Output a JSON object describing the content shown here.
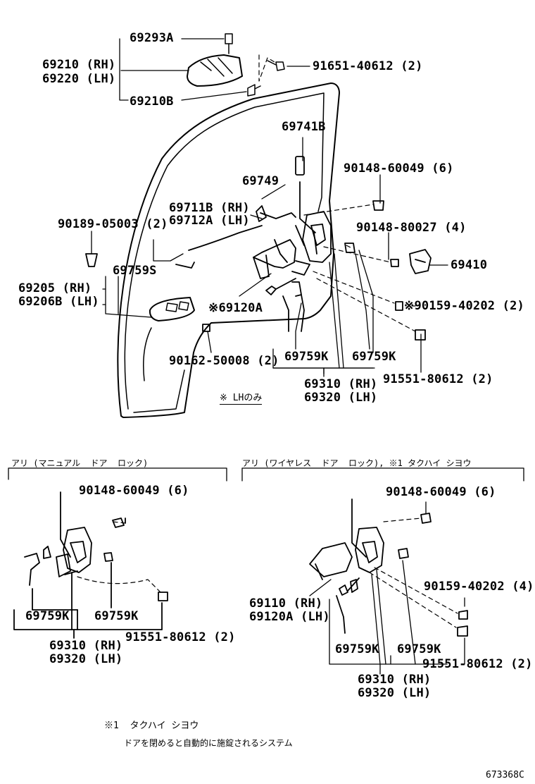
{
  "top": {
    "labels": {
      "l69293A": "69293A",
      "l69210": "69210 (RH)",
      "l69220": "69220 (LH)",
      "l69210B": "69210B",
      "l91651": "91651-40612 (2)",
      "l69741B": "69741B",
      "l90148a": "90148-60049 (6)",
      "l69749": "69749",
      "l69711B": "69711B (RH)",
      "l69712A": "69712A (LH)",
      "l90189": "90189-05003 (2)",
      "l90148b": "90148-80027 (4)",
      "l69410": "69410",
      "l69759S": "69759S",
      "l69205": "69205 (RH)",
      "l69206B": "69206B (LH)",
      "l69120A": "※69120A",
      "l90159": "※90159-40202 (2)",
      "l91551": "91551-80612 (2)",
      "l90162": "90162-50008 (2)",
      "l69759Ka": "69759K",
      "l69759Kb": "69759K",
      "l69310": "69310 (RH)",
      "l69320": "69320 (LH)",
      "lhonly": "※ LHのみ"
    }
  },
  "left_panel": {
    "header": "アリ (マニュアル  ドア  ロック)",
    "labels": {
      "l90148": "90148-60049 (6)",
      "l69759Ka": "69759K",
      "l69759Kb": "69759K",
      "l91551": "91551-80612 (2)",
      "l69310": "69310 (RH)",
      "l69320": "69320 (LH)"
    }
  },
  "right_panel": {
    "header": "アリ (ワイヤレス  ドア  ロック), ※1 タクハイ シヨウ",
    "labels": {
      "l90148": "90148-60049 (6)",
      "l90159": "90159-40202 (4)",
      "l69110": "69110 (RH)",
      "l69120A": "69120A (LH)",
      "l69759Ka": "69759K",
      "l69759Kb": "69759K",
      "l91551": "91551-80612 (2)",
      "l69310": "69310 (RH)",
      "l69320": "69320 (LH)"
    }
  },
  "footnote": {
    "line1": "※1  タクハイ シヨウ",
    "line2": "ドアを閉めると自動的に施錠されるシステム"
  },
  "code": "673368C"
}
